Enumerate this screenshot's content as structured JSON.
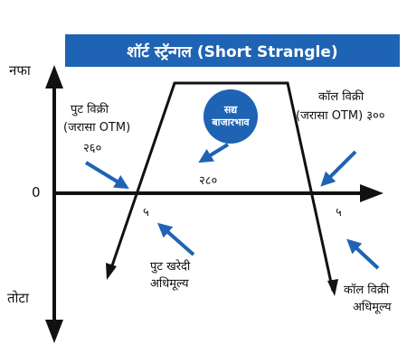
{
  "title": "शॉर्ट स्ट्रॅन्गल (Short Strangle)",
  "axis": {
    "profit": "नफा",
    "loss": "तोटा",
    "zero": "0"
  },
  "put_sell": {
    "line1": "पुट विक्री",
    "line2": "(जरासा OTM)",
    "strike": "२६०"
  },
  "call_sell": {
    "line1": "कॉल विक्री",
    "line2": "(जरासा OTM) ३००"
  },
  "spot": {
    "line1": "सद्य",
    "line2": "बाजारभाव",
    "value": "२८०"
  },
  "breakeven_left": "५",
  "breakeven_right": "५",
  "put_premium": {
    "line1": "पुट खरेदी",
    "line2": "अधिमूल्य"
  },
  "call_premium": {
    "line1": "कॉल विक्री",
    "line2": "अधिमूल्य"
  },
  "colors": {
    "accent": "#1f63b4",
    "line": "#111111"
  }
}
